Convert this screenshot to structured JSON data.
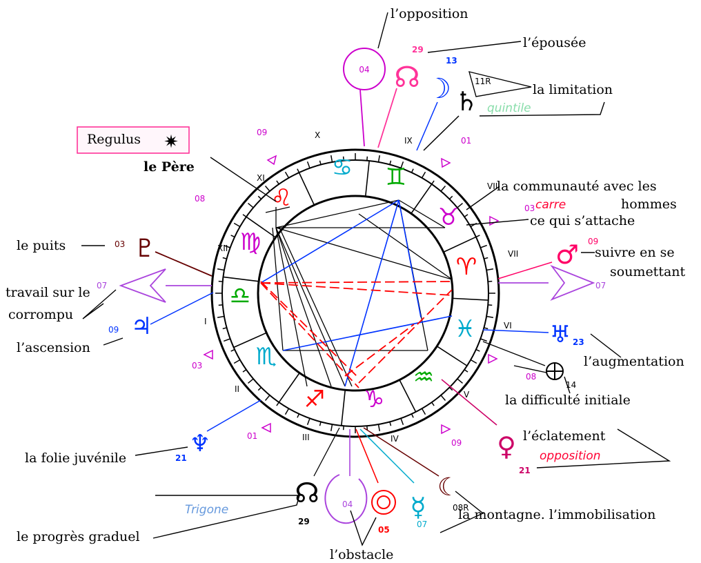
{
  "colors": {
    "magenta": "#cc00cc",
    "pink": "#ff3399",
    "blue": "#0033ff",
    "red": "#ff0000",
    "green": "#00aa00",
    "cyan": "#00aacc",
    "brown": "#660000",
    "mint": "#88ddaa",
    "violet": "#aa44dd",
    "black": "#000000"
  },
  "labels": {
    "opposition": "l’opposition",
    "epousee": "l’épousée",
    "limitation": "la limitation",
    "regulus": "Regulus",
    "pere": "le Père",
    "communaute": "la communauté avec les",
    "hommes": "hommes",
    "attache": "ce qui s’attache",
    "puits": "le puits",
    "suivre": "suivre en se",
    "soumettant": "soumettant",
    "travail": "travail sur le",
    "corrompu": "corrompu",
    "ascension": "l’ascension",
    "augmentation": "l’augmentation",
    "difficulte": "la difficulté initiale",
    "eclatement": "l’éclatement",
    "folie": "la folie juvénile",
    "montagne": "la montagne. l’immobilisation",
    "progres": "le progrès graduel",
    "obstacle": "l’obstacle"
  },
  "handwritten": {
    "quintile": "quintile",
    "carre": "carre",
    "opposition": "opposition",
    "trigone": "Trigone"
  },
  "houses": [
    "I",
    "II",
    "III",
    "IV",
    "V",
    "VI",
    "VII",
    "VIII",
    "IX",
    "X",
    "XI",
    "XII"
  ],
  "signs": {
    "aries": "♈",
    "taurus": "♉",
    "gemini": "♊",
    "cancer": "♋",
    "leo": "♌",
    "virgo": "♍",
    "libra": "♎",
    "scorpio": "♏",
    "sagittarius": "♐",
    "capricorn": "♑",
    "aquarius": "♒",
    "pisces": "♓"
  },
  "planets": {
    "moon": "☽",
    "saturn": "♄",
    "pluto": "♇",
    "venus": "♀",
    "mars": "♂",
    "jupiter": "♃",
    "uranus": "♅",
    "neptune": "♆",
    "sun": "☉",
    "mercury": "☿",
    "node": "☊",
    "earth": "⊕",
    "regulus_star": "✷",
    "lilith": "☾"
  },
  "degrees": {
    "opp_circle": "04",
    "node_top": "29",
    "moon": "13",
    "saturn": "11R",
    "h_top_a": "09",
    "h_top_b": "01",
    "h_left_a": "08",
    "h_right_a": "03",
    "pluto": "03",
    "mars": "09",
    "left_cusp": "07",
    "right_cusp": "07",
    "jupiter": "09",
    "uranus": "23",
    "left_low": "03",
    "right_low": "08",
    "earth": "14",
    "neptune": "21",
    "bottom_left": "01",
    "bottom_right": "09",
    "venus": "21",
    "node_bottom": "29",
    "opp_bottom": "04",
    "sun": "05",
    "mercury": "07",
    "lilith": "08R"
  }
}
